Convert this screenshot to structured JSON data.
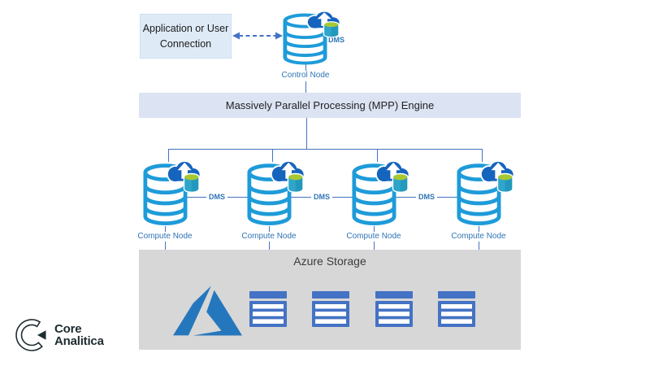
{
  "diagram": {
    "app_box_label": "Application or User Connection",
    "control": {
      "dms": "DMS",
      "label": "Control Node"
    },
    "mpp_label": "Massively Parallel Processing (MPP) Engine",
    "compute_nodes": [
      {
        "label": "Compute Node"
      },
      {
        "label": "Compute Node"
      },
      {
        "label": "Compute Node"
      },
      {
        "label": "Compute Node"
      }
    ],
    "dms_links": [
      "DMS",
      "DMS",
      "DMS"
    ],
    "storage_title": "Azure Storage"
  },
  "branding": {
    "line1": "Core",
    "line2": "Analitica"
  },
  "colors": {
    "connector_blue": "#4472C4",
    "app_box_fill": "#DEEBF7",
    "mpp_bar_fill": "#DCE3F3",
    "storage_fill": "#D7D7D7",
    "database_stroke": "#1E9BD9",
    "cloud_fill": "#1565BE",
    "mini_cylinder_top": "#A6C833",
    "mini_cylinder_body": "#2FA5CB",
    "azure_logo_blue": "#2577BD",
    "table_icon_blue": "#4472C4",
    "node_label_blue": "#2E75B6",
    "logo_text_dark": "#1C2B30"
  }
}
